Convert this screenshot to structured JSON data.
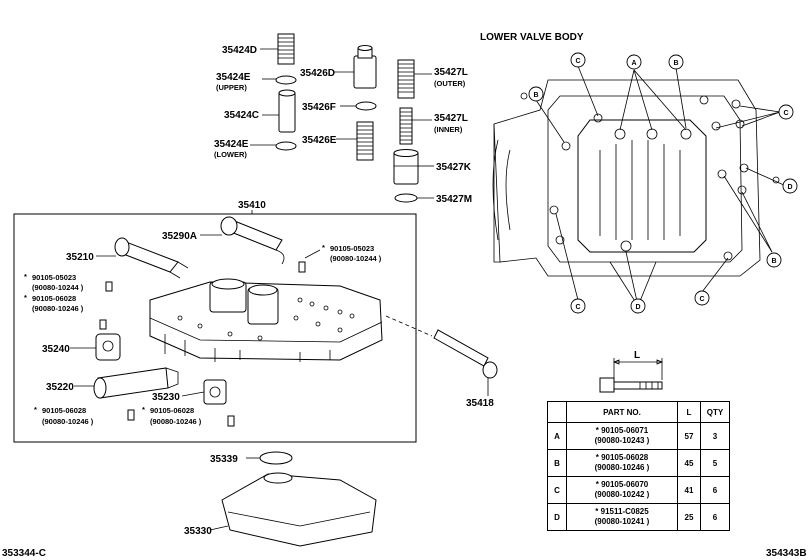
{
  "labels": {
    "p35424D": "35424D",
    "p35424E_upper": "35424E",
    "p35424E_upper_note": "(UPPER)",
    "p35426D": "35426D",
    "p35427L_outer": "35427L",
    "p35427L_outer_note": "(OUTER)",
    "p35424C": "35424C",
    "p35426F": "35426F",
    "p35427L_inner": "35427L",
    "p35427L_inner_note": "(INNER)",
    "p35424E_lower": "35424E",
    "p35424E_lower_note": "(LOWER)",
    "p35426E": "35426E",
    "p35427K": "35427K",
    "p35427M": "35427M",
    "p35410": "35410",
    "p35210": "35210",
    "p35290A": "35290A",
    "bolt_top_a": "90105-05023",
    "bolt_top_b": "(90080-10244 )",
    "bolt_left1_a": "90105-05023",
    "bolt_left1_b": "(90080-10244 )",
    "bolt_left2_a": "90105-06028",
    "bolt_left2_b": "(90080-10246 )",
    "p35240": "35240",
    "p35220": "35220",
    "p35230": "35230",
    "bolt_bot1_a": "90105-06028",
    "bolt_bot1_b": "(90080-10246 )",
    "bolt_bot2_a": "90105-06028",
    "bolt_bot2_b": "(90080-10246 )",
    "p35418": "35418",
    "p35339": "35339",
    "p35330": "35330",
    "lower_valve_body": "LOWER VALVE BODY",
    "dim_L": "L",
    "footer_left": "353344-C",
    "footer_right": "354343B",
    "star": "*"
  },
  "callouts": {
    "a": "A",
    "b": "B",
    "c": "C",
    "d": "D"
  },
  "table": {
    "headers": [
      "PART NO.",
      "L",
      "QTY"
    ],
    "rows": [
      {
        "key": "A",
        "part1": "* 90105-06071",
        "part2": "(90080-10243 )",
        "l": "57",
        "qty": "3"
      },
      {
        "key": "B",
        "part1": "* 90105-06028",
        "part2": "(90080-10246 )",
        "l": "45",
        "qty": "5"
      },
      {
        "key": "C",
        "part1": "* 90105-06070",
        "part2": "(90080-10242 )",
        "l": "41",
        "qty": "6"
      },
      {
        "key": "D",
        "part1": "* 91511-C0825",
        "part2": "(90080-10241 )",
        "l": "25",
        "qty": "6"
      }
    ]
  }
}
